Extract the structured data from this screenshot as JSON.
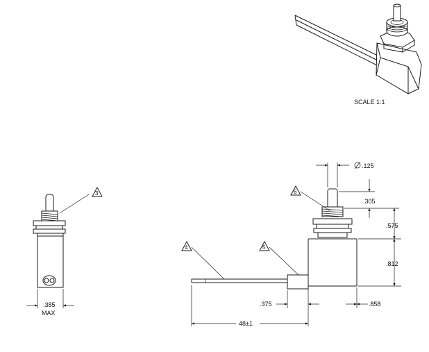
{
  "scale_note": "SCALE 1:1",
  "callouts": {
    "c3": "3",
    "c4": "4",
    "c5": "5",
    "c6": "6"
  },
  "dimensions": {
    "diameter": ".125",
    "d305": ".305",
    "d575": ".575",
    "d812": ".812",
    "d375": ".375",
    "d858": ".858",
    "d48": "48±1",
    "d385": ".385",
    "max": "MAX"
  }
}
